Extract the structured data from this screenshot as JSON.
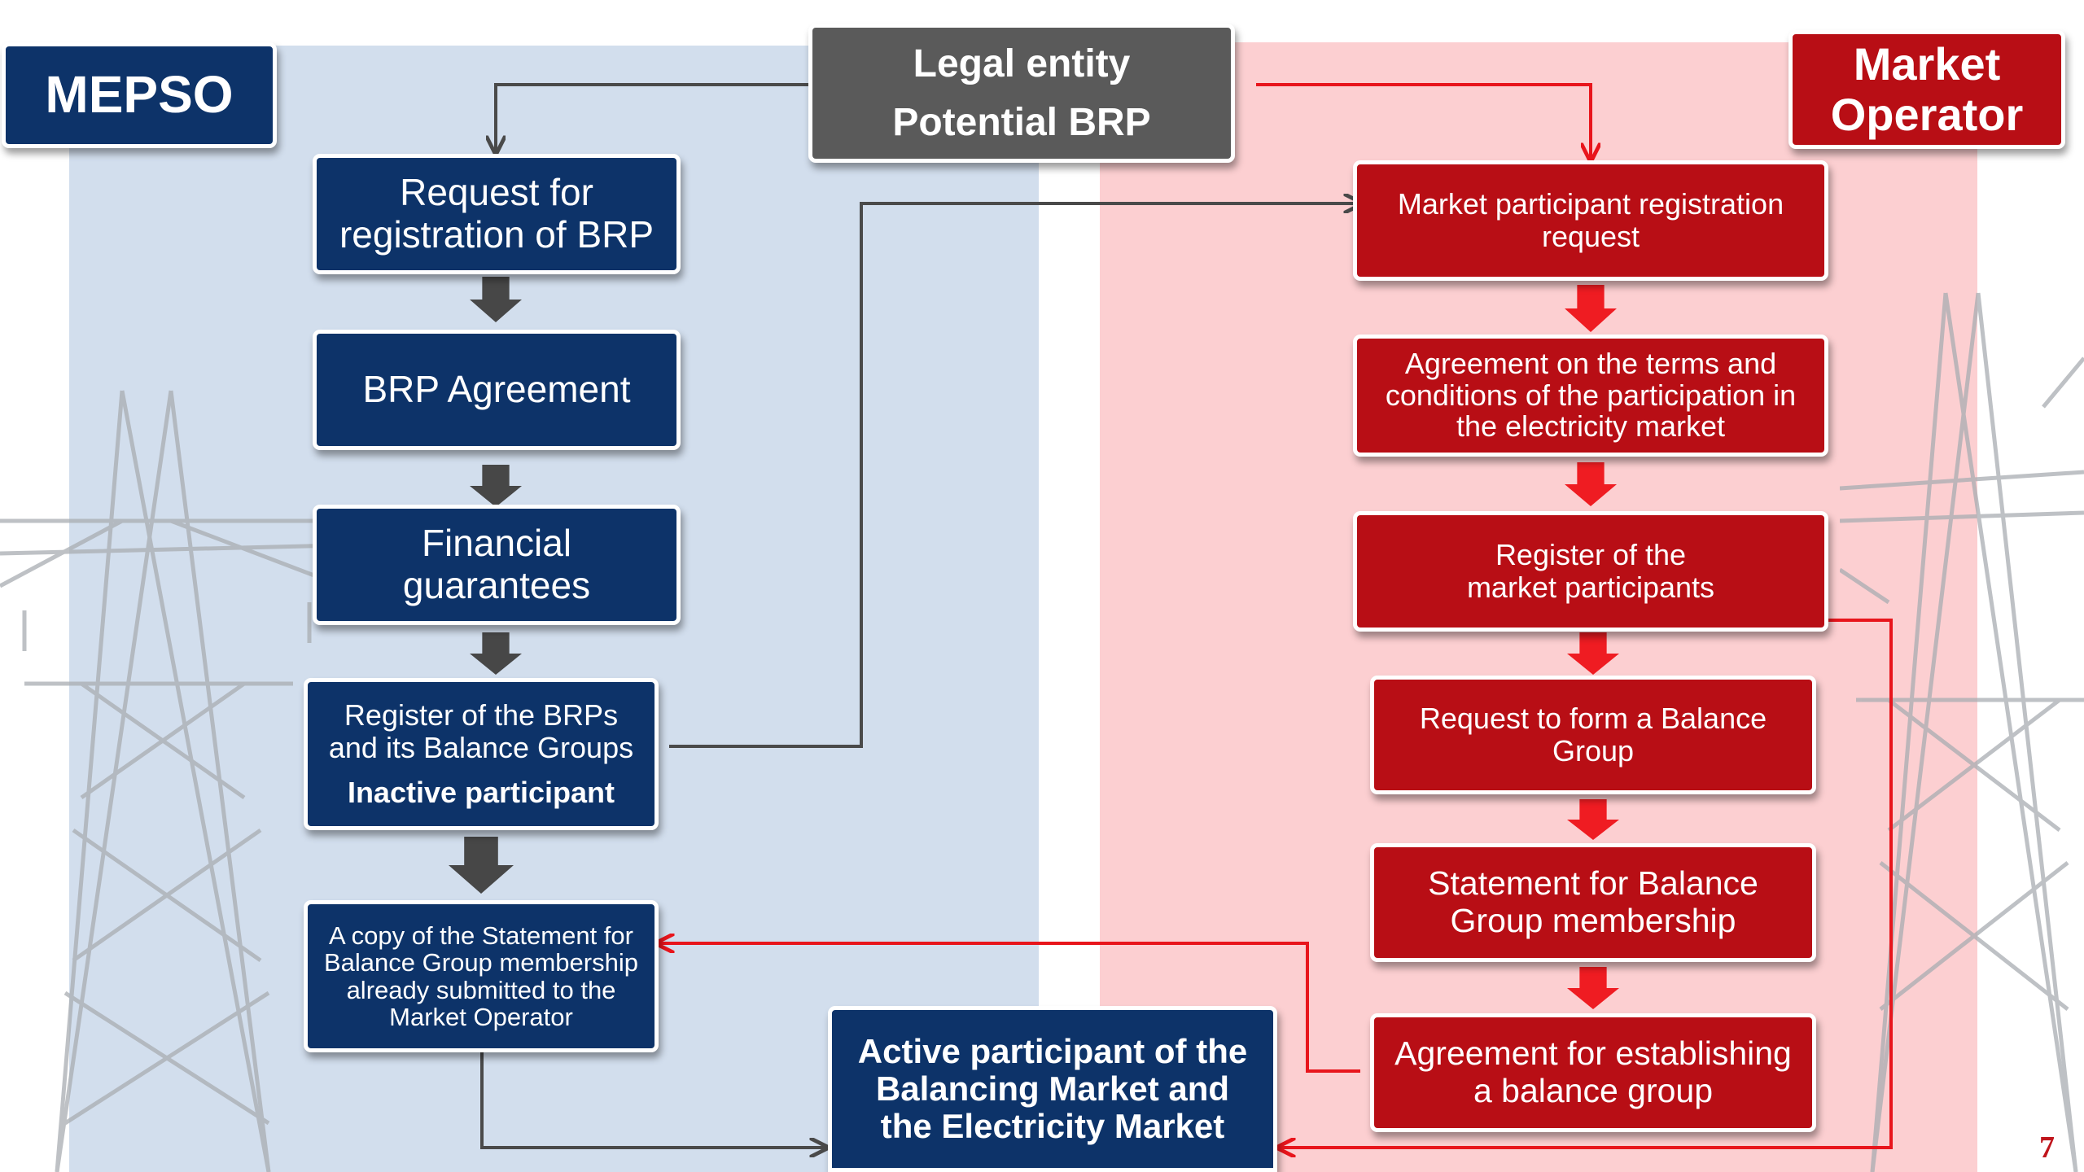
{
  "header": {
    "mepso_label": "MEPSO",
    "market_operator_label_line1": "Market",
    "market_operator_label_line2": "Operator",
    "legal_entity_line1": "Legal entity",
    "legal_entity_line2": "Potential BRP"
  },
  "mepso_steps": {
    "request_registration": "Request for registration of BRP",
    "brp_agreement": "BRP Agreement",
    "financial_guarantees": "Financial guarantees",
    "register_brps_line1": "Register of the BRPs",
    "register_brps_line2": "and its Balance Groups",
    "register_brps_status": "Inactive participant",
    "statement_copy": "A copy of the Statement for Balance Group membership already submitted  to the Market Operator"
  },
  "market_operator_steps": {
    "registration_request": "Market participant registration request",
    "agreement_terms": "Agreement on the terms and conditions of  the participation in the electricity market",
    "register_participants": "Register of the market participants",
    "form_balance_group": "Request to form a Balance Group",
    "statement_membership": "Statement for Balance Group membership",
    "agreement_balance_group": "Agreement for establishing a balance group"
  },
  "result": {
    "active_participant": "Active participant of the Balancing Market and the Electricity Market"
  },
  "page_number": "7",
  "colors": {
    "mepso_blue": "#0d3369",
    "market_red": "#b80e15",
    "entity_gray": "#5a5a5a",
    "mepso_panel": "#d2deed",
    "market_panel": "#fccfd1",
    "block_arrow_gray": "#474747",
    "block_arrow_red": "#ef1c22",
    "connector_gray": "#4a4a4a",
    "connector_red": "#e8151c"
  }
}
